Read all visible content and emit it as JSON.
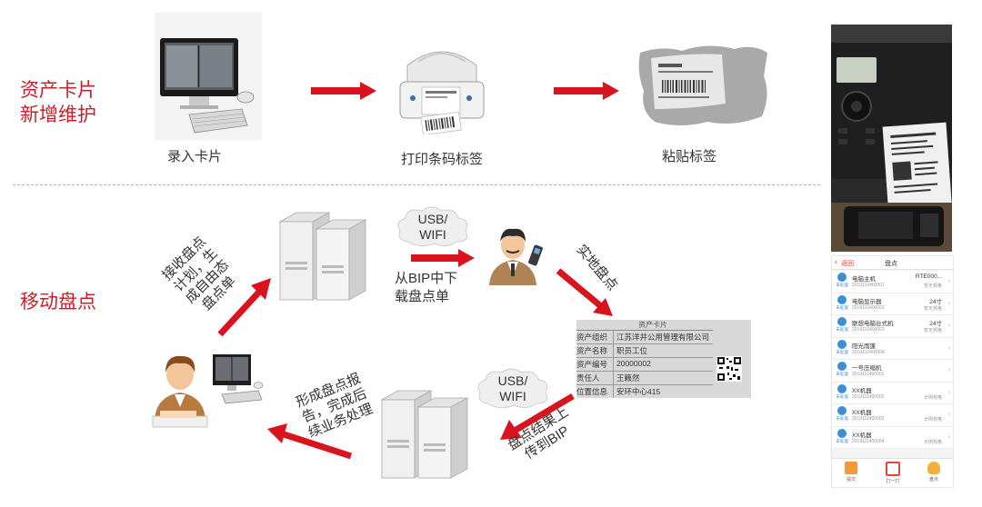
{
  "sections": {
    "card_maintenance": {
      "title_line1": "资产卡片",
      "title_line2": "新增维护"
    },
    "mobile_inventory": {
      "title": "移动盘点"
    }
  },
  "top_flow": {
    "step1": "录入卡片",
    "step2": "打印条码标签",
    "step3": "粘贴标签"
  },
  "bottom_flow": {
    "receive_plan": [
      "接收盘点",
      "计划，生",
      "成自由态",
      "盘点单"
    ],
    "cloud1": [
      "USB/",
      "WIFI"
    ],
    "download": [
      "从BIP中下",
      "载盘点单"
    ],
    "onsite": "实地盘点",
    "cloud2": [
      "USB/",
      "WIFI"
    ],
    "upload": [
      "盘点结果上",
      "传到BIP"
    ],
    "report": [
      "形成盘点报",
      "告，完成后",
      "续业务处理"
    ]
  },
  "asset_card": {
    "title": "资产卡片",
    "rows": [
      {
        "label": "资产组织",
        "value": "江苏洋井公用管理有限公司"
      },
      {
        "label": "资产名称",
        "value": "职员工位"
      },
      {
        "label": "资产编号",
        "value": "20000002"
      },
      {
        "label": "责任人",
        "value": "王籁然"
      },
      {
        "label": "位置信息",
        "value": "安环中心415"
      }
    ]
  },
  "phone": {
    "back": "返回",
    "title": "盘点",
    "items": [
      {
        "status": "未处理",
        "name": "电脑主机",
        "code": "2019110400001",
        "right": "RTE000...",
        "right2": "暂无规格"
      },
      {
        "status": "未处理",
        "name": "电脑显示器",
        "code": "2019110400002",
        "right": "24寸",
        "right2": "暂无规格"
      },
      {
        "status": "未处理",
        "name": "联想电脑台式机",
        "code": "2019110400003",
        "right": "24寸",
        "right2": "暂无规格"
      },
      {
        "status": "未处理",
        "name": "阳光雨篷",
        "code": "2019110400004",
        "right": "",
        "right2": ""
      },
      {
        "status": "未处理",
        "name": "一号压缩机",
        "code": "2019111400001",
        "right": "",
        "right2": ""
      },
      {
        "status": "未处理",
        "name": "XX机器",
        "code": "2019111400002",
        "right": "",
        "right2": "示例规格"
      },
      {
        "status": "未处理",
        "name": "XX机器",
        "code": "2019111400003",
        "right": "",
        "right2": "示例规格"
      },
      {
        "status": "未处理",
        "name": "XX机器",
        "code": "2019111400004",
        "right": "",
        "right2": "示例规格"
      }
    ],
    "tabs": [
      "提交",
      "打一打",
      "盘点"
    ]
  },
  "colors": {
    "accent": "#c8202a",
    "arrow": "#d9141e",
    "divider": "#b5b5b5"
  }
}
